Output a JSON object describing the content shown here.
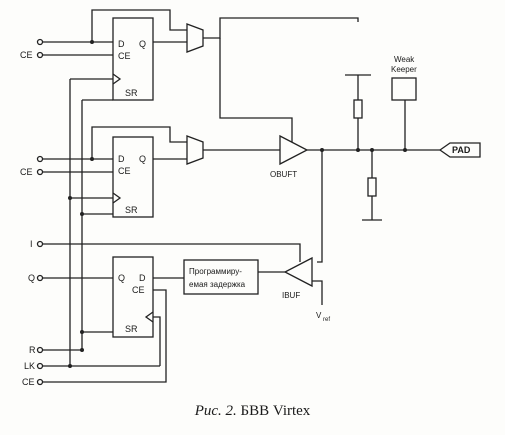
{
  "labels": {
    "d": "D",
    "q": "Q",
    "ce": "CE",
    "sr": "SR",
    "ce_in": "CE",
    "pin_i": "I",
    "pin_q": "Q",
    "pin_r": "R",
    "pin_lk": "LK",
    "weak_keeper_1": "Weak",
    "weak_keeper_2": "Keeper",
    "pad": "PAD",
    "obuft": "OBUFT",
    "ibuf": "IBUF",
    "vref": "V",
    "vref_sub": "ref",
    "delay_1": "Программиру-",
    "delay_2": "емая задержка"
  },
  "caption": {
    "italic": "Рис. 2.",
    "text": " БВВ Virtex"
  }
}
